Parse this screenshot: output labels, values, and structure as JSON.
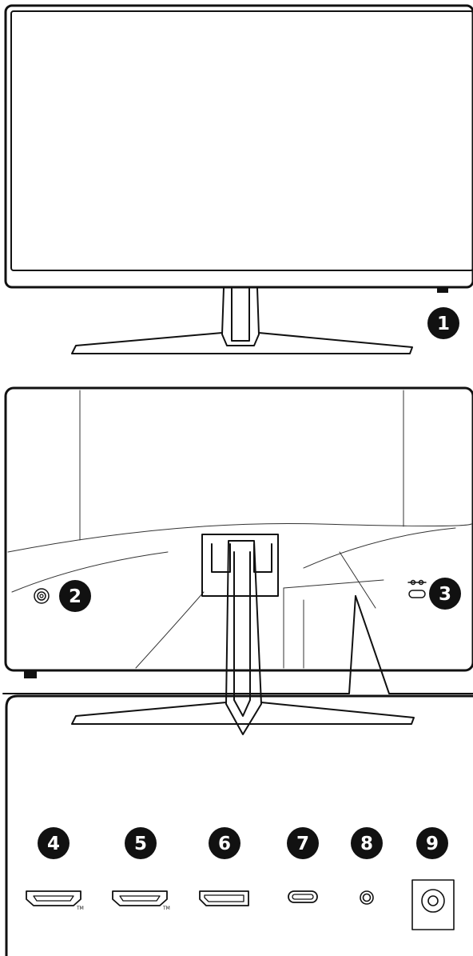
{
  "colors": {
    "line": "#111111",
    "badge": "#111111",
    "badge_text": "#ffffff",
    "background": "#ffffff"
  },
  "front_view": {
    "power_button": {
      "number": "1",
      "icon": "power-button-icon"
    }
  },
  "rear_view": {
    "joystick": {
      "number": "2",
      "icon": "joystick-button-icon"
    },
    "kensington_lock": {
      "number": "3",
      "icon": "kensington-lock-icon"
    }
  },
  "io_panel": {
    "ports": [
      {
        "number": "4",
        "icon": "hdmi-port-icon",
        "mark": "TM"
      },
      {
        "number": "5",
        "icon": "hdmi-port-icon",
        "mark": "TM"
      },
      {
        "number": "6",
        "icon": "displayport-icon"
      },
      {
        "number": "7",
        "icon": "usb-c-port-icon"
      },
      {
        "number": "8",
        "icon": "audio-jack-icon"
      },
      {
        "number": "9",
        "icon": "dc-power-jack-icon"
      }
    ]
  }
}
